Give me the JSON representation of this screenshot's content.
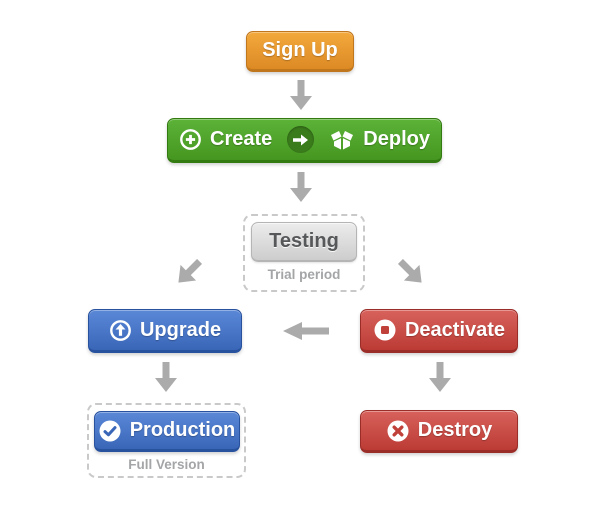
{
  "diagram": {
    "nodes": {
      "signup": {
        "label": "Sign Up",
        "color_class": "orange"
      },
      "create": {
        "label": "Create",
        "icon": "plus-circle-icon"
      },
      "create_deploy_connector": {
        "icon": "arrow-right-circle-icon"
      },
      "deploy": {
        "label": "Deploy",
        "icon": "package-icon"
      },
      "testing": {
        "label": "Testing",
        "sublabel": "Trial period",
        "color_class": "gray"
      },
      "upgrade": {
        "label": "Upgrade",
        "icon": "arrow-up-circle-icon",
        "color_class": "blue"
      },
      "deactivate": {
        "label": "Deactivate",
        "icon": "stop-circle-icon",
        "color_class": "red"
      },
      "production": {
        "label": "Production",
        "sublabel": "Full Version",
        "icon": "check-circle-icon",
        "color_class": "blue"
      },
      "destroy": {
        "label": "Destroy",
        "icon": "x-circle-icon",
        "color_class": "red"
      }
    },
    "edges": [
      {
        "from": "signup",
        "to": "create-deploy",
        "direction": "down"
      },
      {
        "from": "create",
        "to": "deploy",
        "direction": "right"
      },
      {
        "from": "create-deploy",
        "to": "testing",
        "direction": "down"
      },
      {
        "from": "testing",
        "to": "upgrade",
        "direction": "down-left"
      },
      {
        "from": "testing",
        "to": "deactivate",
        "direction": "down-right"
      },
      {
        "from": "deactivate",
        "to": "upgrade",
        "direction": "left"
      },
      {
        "from": "upgrade",
        "to": "production",
        "direction": "down"
      },
      {
        "from": "deactivate",
        "to": "destroy",
        "direction": "down"
      }
    ]
  },
  "colors": {
    "background": "#ffffff",
    "orange_top": "#f3a93c",
    "orange_bottom": "#dd8a25",
    "orange_border": "#c0761c",
    "green_top": "#5cb338",
    "green_bottom": "#459620",
    "green_border": "#337a10",
    "green_badge": "#3a7b1c",
    "gray_top": "#ececec",
    "gray_bottom": "#cdcdcd",
    "gray_border": "#b5b5b5",
    "gray_text": "#56585a",
    "blue_top": "#5a88d7",
    "blue_bottom": "#3a66b8",
    "blue_border": "#28529e",
    "blue_icon": "#3a66b8",
    "red_top": "#d8625c",
    "red_bottom": "#bc3b35",
    "red_border": "#9b2d28",
    "red_icon": "#c0403a",
    "arrow": "#ababab",
    "dashed_border": "#c9c9c9",
    "sublabel_text": "#a3a5a7"
  }
}
